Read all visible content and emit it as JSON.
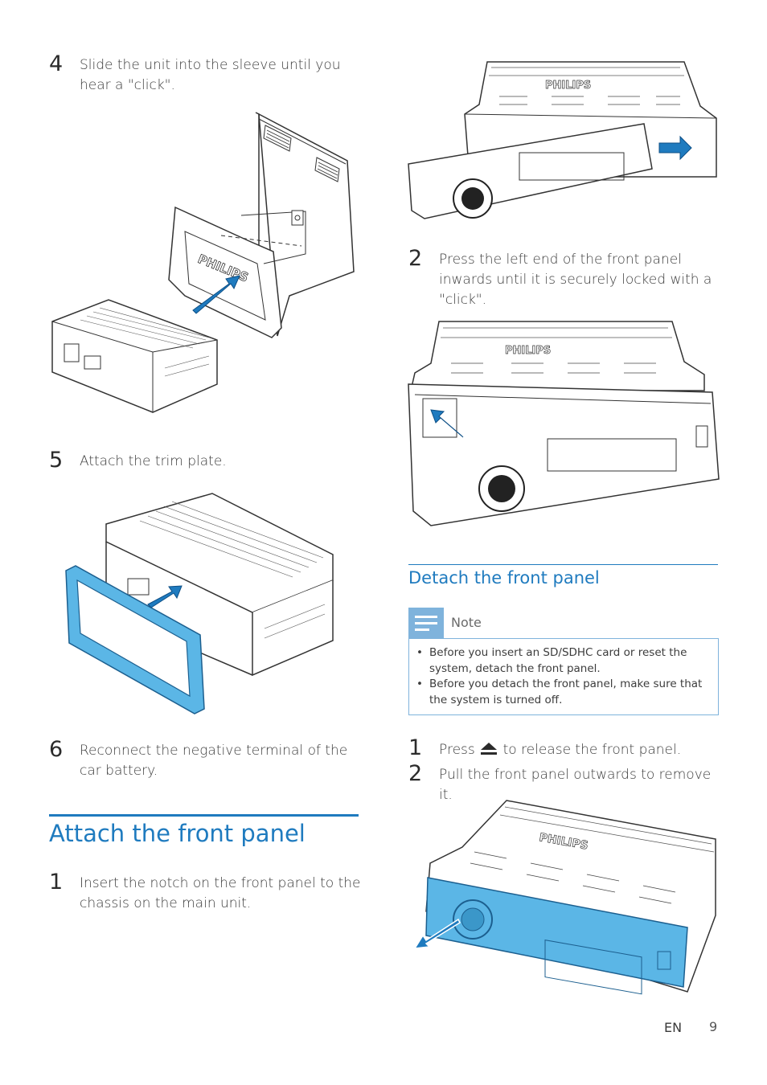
{
  "left": {
    "step4": {
      "num": "4",
      "text": "Slide the unit into the sleeve until you hear a \"click\"."
    },
    "step5": {
      "num": "5",
      "text": "Attach the trim plate."
    },
    "step6": {
      "num": "6",
      "text": "Reconnect the negative terminal of the car battery."
    },
    "section": {
      "title": "Attach the front panel"
    },
    "step1": {
      "num": "1",
      "text": "Insert the notch on the front panel to the chassis on the main unit."
    }
  },
  "right": {
    "step2": {
      "num": "2",
      "text": "Press the left end of the front panel inwards until it is securely locked with a \"click\"."
    },
    "section": {
      "title": "Detach the front panel"
    },
    "note": {
      "label": "Note",
      "items": [
        "Before you insert an SD/SDHC card or reset the system, detach the front panel.",
        "Before you detach the front panel, make sure that the system is turned off."
      ]
    },
    "detach1": {
      "num": "1",
      "before": "Press",
      "after": "to release the front panel."
    },
    "detach2": {
      "num": "2",
      "text": "Pull the front panel outwards to remove it."
    }
  },
  "illustration_brand": "PHILIPS",
  "footer": {
    "lang": "EN",
    "page": "9"
  },
  "colors": {
    "accent": "#1f7bbf",
    "note_blue": "#7fb3dc",
    "highlight": "#5bb6e6"
  },
  "icons": {
    "eject": "eject-icon",
    "note": "note-icon",
    "arrow": "blue-arrow-icon"
  }
}
